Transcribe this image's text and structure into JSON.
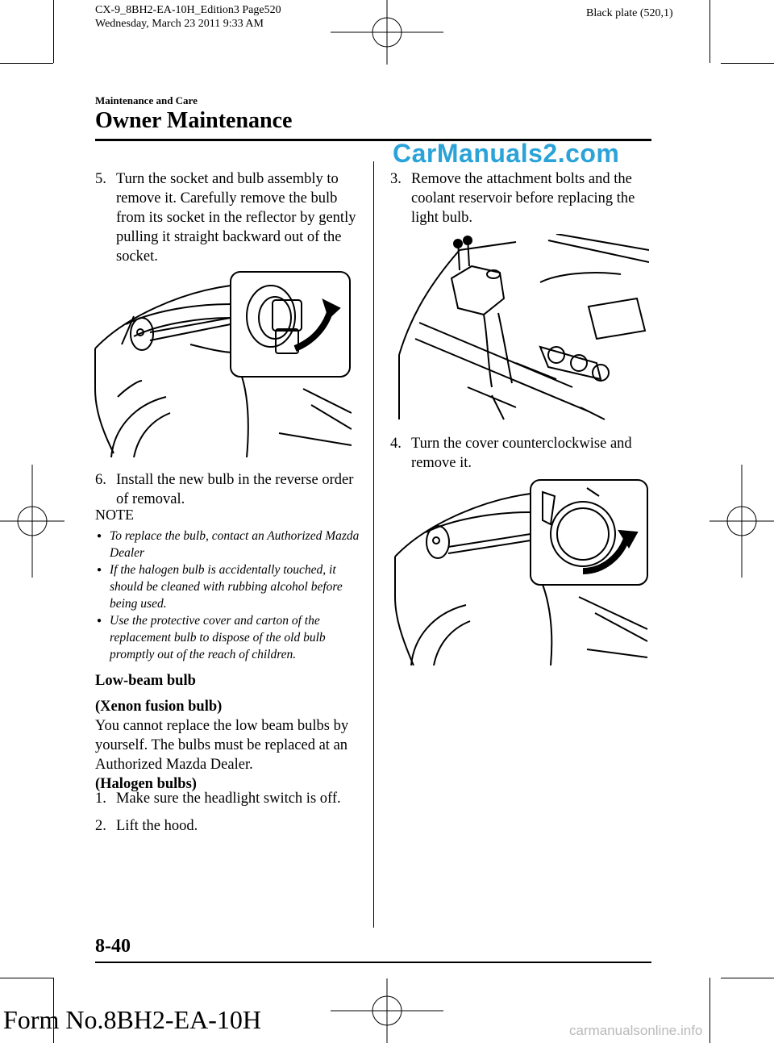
{
  "print_header": {
    "file_line": "CX-9_8BH2-EA-10H_Edition3 Page520",
    "date_line": "Wednesday, March 23 2011 9:33 AM",
    "plate": "Black plate (520,1)"
  },
  "section": {
    "label": "Maintenance and Care",
    "title": "Owner Maintenance"
  },
  "watermark_top": "CarManuals2.com",
  "left_column": {
    "step5": {
      "num": "5.",
      "text": "Turn the socket and bulb assembly to remove it. Carefully remove the bulb from its socket in the reflector by gently pulling it straight backward out of the socket."
    },
    "step6": {
      "num": "6.",
      "text": "Install the new bulb in the reverse order of removal."
    },
    "note": {
      "title": "NOTE",
      "items": [
        "To replace the bulb, contact an Authorized Mazda Dealer",
        "If the halogen bulb is accidentally touched, it should be cleaned with rubbing alcohol before being used.",
        "Use the protective cover and carton of the replacement bulb to dispose of the old bulb promptly out of the reach of children."
      ]
    },
    "low_beam_heading": "Low-beam bulb",
    "xenon_heading": "(Xenon fusion bulb)",
    "xenon_text": "You cannot replace the low beam bulbs by yourself. The bulbs must be replaced at an Authorized Mazda Dealer.",
    "halogen_heading": "(Halogen bulbs)",
    "step1": {
      "num": "1.",
      "text": "Make sure the headlight switch is off."
    },
    "step2": {
      "num": "2.",
      "text": "Lift the hood."
    }
  },
  "right_column": {
    "step3": {
      "num": "3.",
      "text": "Remove the attachment bolts and the coolant reservoir before replacing the light bulb."
    },
    "step4": {
      "num": "4.",
      "text": "Turn the cover counterclockwise and remove it."
    }
  },
  "footer": {
    "page_number": "8-40",
    "form_number": "Form No.8BH2-EA-10H",
    "watermark": "carmanualsonline.info"
  },
  "colors": {
    "watermark_top": "#2aa3d8",
    "ink": "#000000"
  }
}
